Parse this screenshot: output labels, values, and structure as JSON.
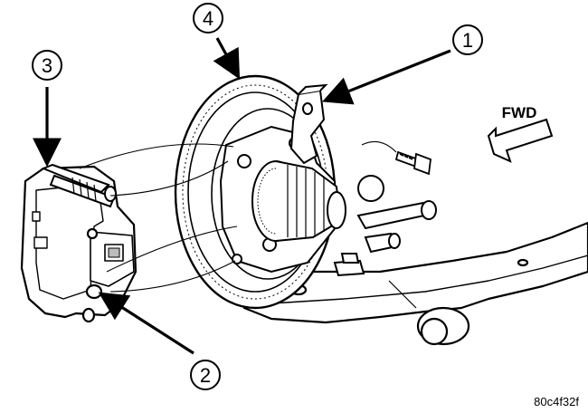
{
  "callouts": [
    {
      "id": "c1",
      "number": "1"
    },
    {
      "id": "c2",
      "number": "2"
    },
    {
      "id": "c3",
      "number": "3"
    },
    {
      "id": "c4",
      "number": "4"
    }
  ],
  "direction_label": "FWD",
  "figure_id": "80c4f32f",
  "colors": {
    "ink": "#000000",
    "paper": "#ffffff",
    "shade": "#bdbdbd"
  }
}
